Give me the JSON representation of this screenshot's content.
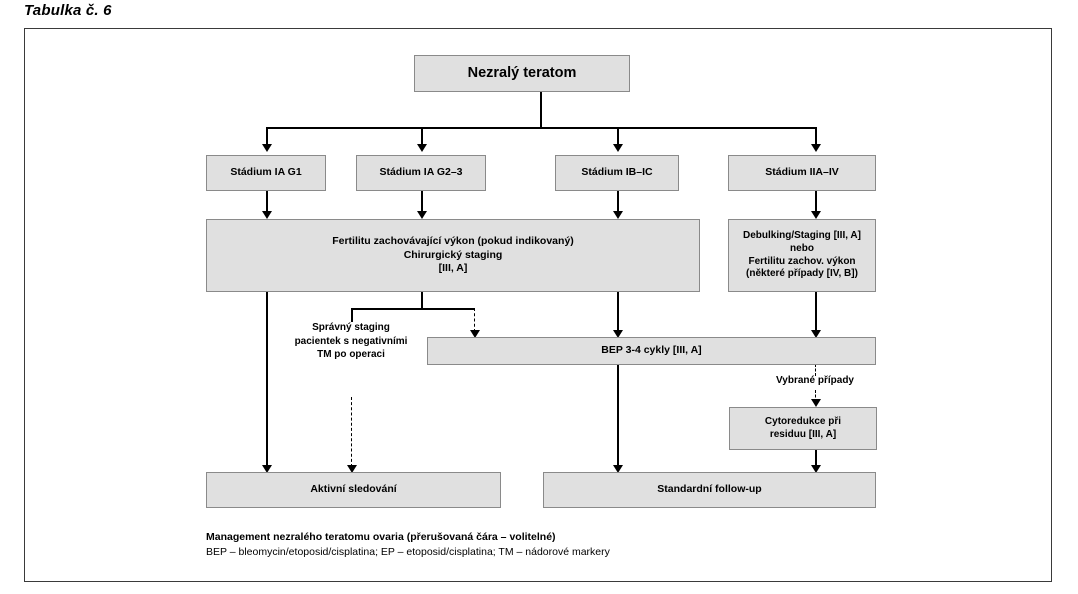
{
  "caption": "Tabulka č. 6",
  "diagram_data": {
    "type": "flowchart",
    "title": "Management nezralého teratomu ovaria",
    "nodes": {
      "root": {
        "label": "Nezralý teratom"
      },
      "stage_ia_g1": {
        "label": "Stádium IA G1"
      },
      "stage_ia_g23": {
        "label": "Stádium IA G2–3"
      },
      "stage_ib_ic": {
        "label": "Stádium IB–IC"
      },
      "stage_iia_iv": {
        "label": "Stádium IIA–IV"
      },
      "surgery": {
        "line1": "Fertilitu zachovávající výkon (pokud indikovaný)",
        "line2": "Chirurgický staging",
        "line3": "[III, A]"
      },
      "debulking": {
        "line1": "Debulking/Staging [III, A]",
        "line2": "nebo",
        "line3": "Fertilitu zachov. výkon",
        "line4": "(některé případy [IV, B])"
      },
      "bep": {
        "label": "BEP 3-4 cykly [III, A]"
      },
      "cytoreduction": {
        "line1": "Cytoredukce při",
        "line2": "residuu [III, A]"
      },
      "active_surveillance": {
        "label": "Aktivní sledování"
      },
      "standard_followup": {
        "label": "Standardní follow-up"
      }
    },
    "annotations": {
      "correct_staging": {
        "line1": "Správný staging",
        "line2": "pacientek s",
        "line3": "negativními TM po",
        "line4": "operaci"
      },
      "selected_cases": {
        "label": "Vybrané případy"
      }
    },
    "legend": {
      "line1": "Management nezralého teratomu ovaria (přerušovaná čára – volitelné)",
      "line2": "BEP – bleomycin/etoposid/cisplatina; EP – etoposid/cisplatina; TM – nádorové markery"
    },
    "colors": {
      "node_fill": "#e0e0e0",
      "node_border": "#8a8a8a",
      "frame_border": "#3a3a3a",
      "edge": "#000000"
    },
    "edges": [
      {
        "from": "root",
        "to": "stage_ia_g1",
        "style": "solid"
      },
      {
        "from": "root",
        "to": "stage_ia_g23",
        "style": "solid"
      },
      {
        "from": "root",
        "to": "stage_ib_ic",
        "style": "solid"
      },
      {
        "from": "root",
        "to": "stage_iia_iv",
        "style": "solid"
      },
      {
        "from": "stage_ia_g1",
        "to": "surgery",
        "style": "solid"
      },
      {
        "from": "stage_ia_g23",
        "to": "surgery",
        "style": "solid"
      },
      {
        "from": "stage_ib_ic",
        "to": "surgery",
        "style": "solid"
      },
      {
        "from": "stage_iia_iv",
        "to": "debulking",
        "style": "solid"
      },
      {
        "from": "surgery",
        "to": "active_surveillance",
        "style": "solid"
      },
      {
        "from": "surgery",
        "to": "active_surveillance",
        "style": "dashed",
        "label": "Správný staging pacientek s negativními TM po operaci"
      },
      {
        "from": "surgery",
        "to": "bep",
        "style": "dashed"
      },
      {
        "from": "surgery",
        "to": "bep",
        "style": "solid"
      },
      {
        "from": "debulking",
        "to": "bep",
        "style": "solid"
      },
      {
        "from": "bep",
        "to": "standard_followup",
        "style": "solid"
      },
      {
        "from": "bep",
        "to": "cytoreduction",
        "style": "dashed",
        "label": "Vybrané případy"
      },
      {
        "from": "cytoreduction",
        "to": "standard_followup",
        "style": "solid"
      }
    ]
  }
}
